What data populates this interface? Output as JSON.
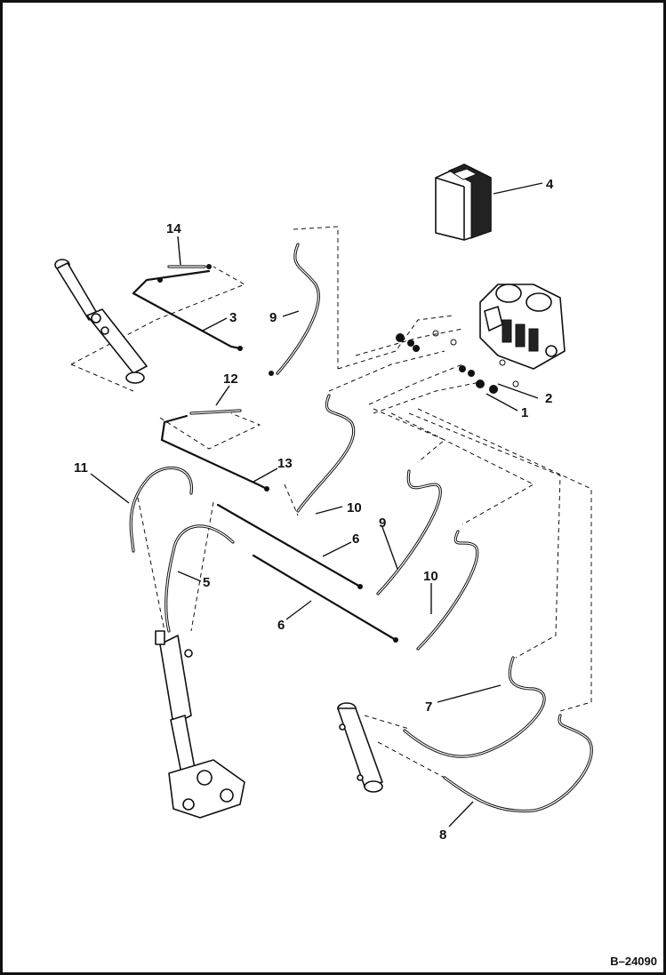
{
  "document_id": "B–24090",
  "callouts": [
    {
      "id": "callout-1",
      "text": "1"
    },
    {
      "id": "callout-2",
      "text": "2"
    },
    {
      "id": "callout-3",
      "text": "3"
    },
    {
      "id": "callout-4",
      "text": "4"
    },
    {
      "id": "callout-5",
      "text": "5"
    },
    {
      "id": "callout-6a",
      "text": "6"
    },
    {
      "id": "callout-6b",
      "text": "6"
    },
    {
      "id": "callout-7",
      "text": "7"
    },
    {
      "id": "callout-8",
      "text": "8"
    },
    {
      "id": "callout-9a",
      "text": "9"
    },
    {
      "id": "callout-9b",
      "text": "9"
    },
    {
      "id": "callout-10a",
      "text": "10"
    },
    {
      "id": "callout-10b",
      "text": "10"
    },
    {
      "id": "callout-11",
      "text": "11"
    },
    {
      "id": "callout-12",
      "text": "12"
    },
    {
      "id": "callout-13",
      "text": "13"
    },
    {
      "id": "callout-14",
      "text": "14"
    }
  ]
}
